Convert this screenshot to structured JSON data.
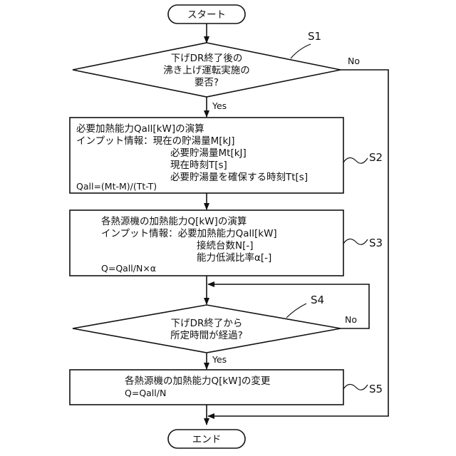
{
  "flowchart": {
    "start": "スタート",
    "end": "エンド",
    "s1": {
      "step_label": "S1",
      "lines": [
        "下げDR終了後の",
        "沸き上げ運転実施の",
        "要否?"
      ],
      "yes": "Yes",
      "no": "No"
    },
    "s2": {
      "step_label": "S2",
      "lines": [
        "必要加熱能力Qall[kW]の演算",
        "インプット情報：現在の貯湯量M[kJ]",
        "必要貯湯量Mt[kJ]",
        "現在時刻T[s]",
        "必要貯湯量を確保する時刻Tt[s]",
        "Qall=(Mt-M)/(Tt-T)"
      ]
    },
    "s3": {
      "step_label": "S3",
      "lines": [
        "各熱源機の加熱能力Q[kW]の演算",
        "インプット情報：必要加熱能力Qall[kW]",
        "接続台数N[-]",
        "能力低減比率α[-]",
        "Q=Qall/N×α"
      ]
    },
    "s4": {
      "step_label": "S4",
      "lines": [
        "下げDR終了から",
        "所定時間が経過?"
      ],
      "yes": "Yes",
      "no": "No"
    },
    "s5": {
      "step_label": "S5",
      "lines": [
        "各熱源機の加熱能力Q[kW]の変更",
        "Q=Qall/N"
      ]
    }
  }
}
